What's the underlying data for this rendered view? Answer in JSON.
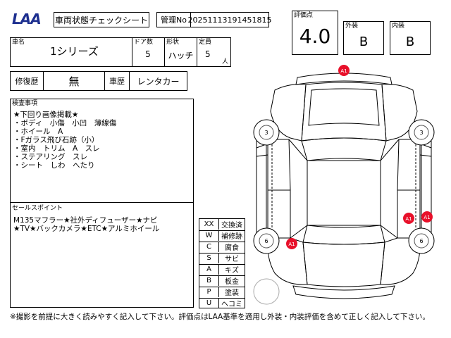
{
  "header": {
    "logo_text": "LAA",
    "title": "車両状態チェックシート",
    "kanri_label": "管理No",
    "kanri_value": "20251113191451815"
  },
  "grades": {
    "overall_label": "評価点",
    "overall_value": "4.0",
    "exterior_label": "外装",
    "exterior_value": "B",
    "interior_label": "内装",
    "interior_value": "B"
  },
  "vehicle": {
    "name_label": "車名",
    "name_value": "1シリーズ",
    "doors_label": "ドア数",
    "doors_value": "5",
    "shape_label": "形状",
    "shape_value": "ハッチ",
    "capacity_label": "定員",
    "capacity_value": "5",
    "capacity_unit": "人"
  },
  "history": {
    "repair_label": "修復歴",
    "repair_value": "無",
    "usage_label": "車歴",
    "usage_value": "レンタカー"
  },
  "inspection": {
    "label": "検査事項",
    "lines": [
      "★下回り画像掲載★",
      "・ボディ　小傷　小凹　薄線傷",
      "・ホイール　A",
      "・Fガラス飛び石跡（小）",
      "・室内　トリム　A　スレ",
      "・ステアリング　スレ",
      "・シート　しわ　へたり"
    ]
  },
  "sales_points": {
    "label": "セールスポイント",
    "lines": [
      "M135マフラー★社外ディフューザー★ナビ",
      "★TV★バックカメラ★ETC★アルミホイール"
    ]
  },
  "legend": [
    {
      "code": "XX",
      "meaning": "交換済"
    },
    {
      "code": "W",
      "meaning": "補修跡"
    },
    {
      "code": "C",
      "meaning": "腐食"
    },
    {
      "code": "S",
      "meaning": "サビ"
    },
    {
      "code": "A",
      "meaning": "キズ"
    },
    {
      "code": "B",
      "meaning": "板金"
    },
    {
      "code": "P",
      "meaning": "塗装"
    },
    {
      "code": "U",
      "meaning": "ヘコミ"
    }
  ],
  "diagram": {
    "marks": [
      "A1",
      "A1",
      "A1",
      "A1"
    ],
    "tires": [
      "3",
      "3",
      "6",
      "6"
    ]
  },
  "footer": "※撮影を前提に大きく読みやすく記入して下さい。評価点はLAA基準を適用し外装・内装評価を含めて正しく記入して下さい。",
  "colors": {
    "mark_red": "#e8102a",
    "logo_blue": "#1d2f8f"
  }
}
